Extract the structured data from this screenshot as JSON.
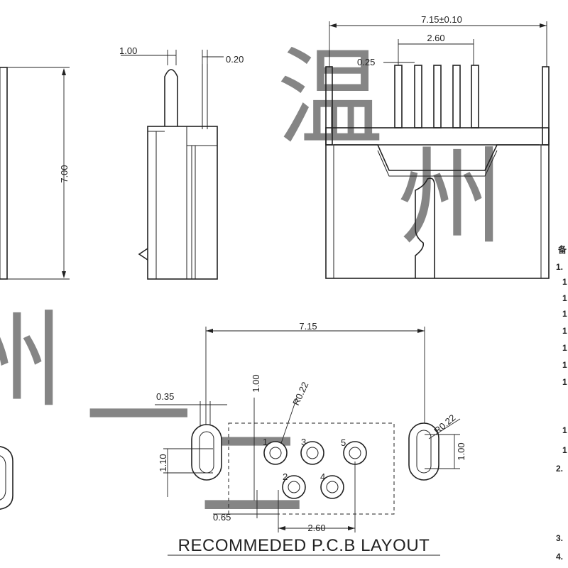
{
  "watermark": {
    "char1": "温",
    "char2": "州",
    "char3": "一",
    "char4": "二"
  },
  "front_view": {
    "height_dim": "7.00"
  },
  "side_view": {
    "pin_width_dim": "1.00",
    "pin_thickness_dim": "0.20"
  },
  "top_view": {
    "overall_width_dim": "7.15±0.10",
    "pin_span_dim": "2.60",
    "pin_width_dim": "0.25"
  },
  "pcb_layout": {
    "overall_width_dim": "7.15",
    "slot_width_dim": "0.35",
    "vertical_spacing_dim": "1.00",
    "slot_radius_left": "R0.22",
    "slot_radius_right": "R0.22",
    "slot_height_dim": "1.10",
    "right_spacing_dim": "1.00",
    "offset_dim": "0.65",
    "pin_span_dim": "2.60",
    "pad_numbers": [
      "1",
      "2",
      "3",
      "4",
      "5"
    ],
    "caption": "RECOMMEDED P.C.B LAYOUT"
  },
  "notes_column": [
    "备",
    "1.",
    "1",
    "1",
    "1",
    "1",
    "1",
    "1",
    "1",
    "1",
    "1",
    "2.",
    "3.",
    "4."
  ]
}
